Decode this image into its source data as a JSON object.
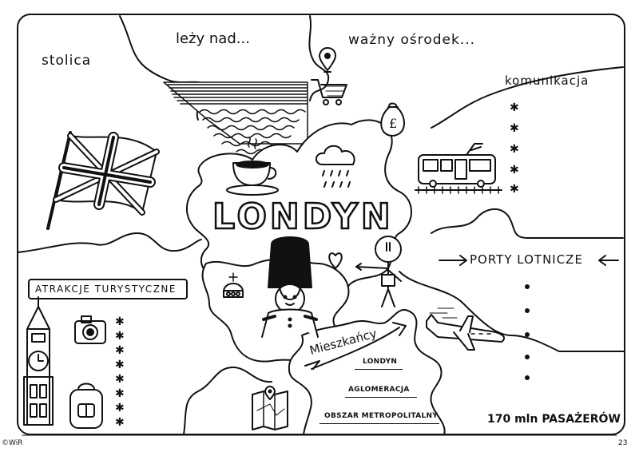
{
  "labels": {
    "lezy_nad": "leży nad...",
    "wazny_osrodek": "ważny ośrodek...",
    "stolica": "stolica",
    "komunikacja": "komunikacja",
    "title": "LONDYN",
    "porty_lotnicze": "PORTY LOTNICZE",
    "atrakcje": "ATRAKCJE TURYSTYCZNE",
    "mieszkancy": "Mieszkańcy",
    "londyn_small": "LONDYN",
    "aglomeracja": "AGLOMERACJA",
    "obszar": "OBSZAR METROPOLITALNY",
    "pasazerowie": "170 mln PASAŻERÓW"
  },
  "footer": {
    "copyright": "©WiR",
    "page_number": "23"
  },
  "icons": {
    "pin": "map-pin-icon",
    "cart": "shopping-cart-icon",
    "money_bag": "pound-money-bag-icon",
    "tram": "tram-icon",
    "cloud": "rain-cloud-icon",
    "teacup": "teacup-icon",
    "flag": "union-jack-flag-icon",
    "crown": "crown-icon",
    "guard": "royal-guard-icon",
    "heart": "heart-icon",
    "stick_figure": "stick-figure-icon",
    "camera": "camera-icon",
    "big_ben": "big-ben-icon",
    "backpack": "backpack-icon",
    "plane": "airplane-icon",
    "map": "map-icon",
    "water": "water-waves-icon"
  }
}
